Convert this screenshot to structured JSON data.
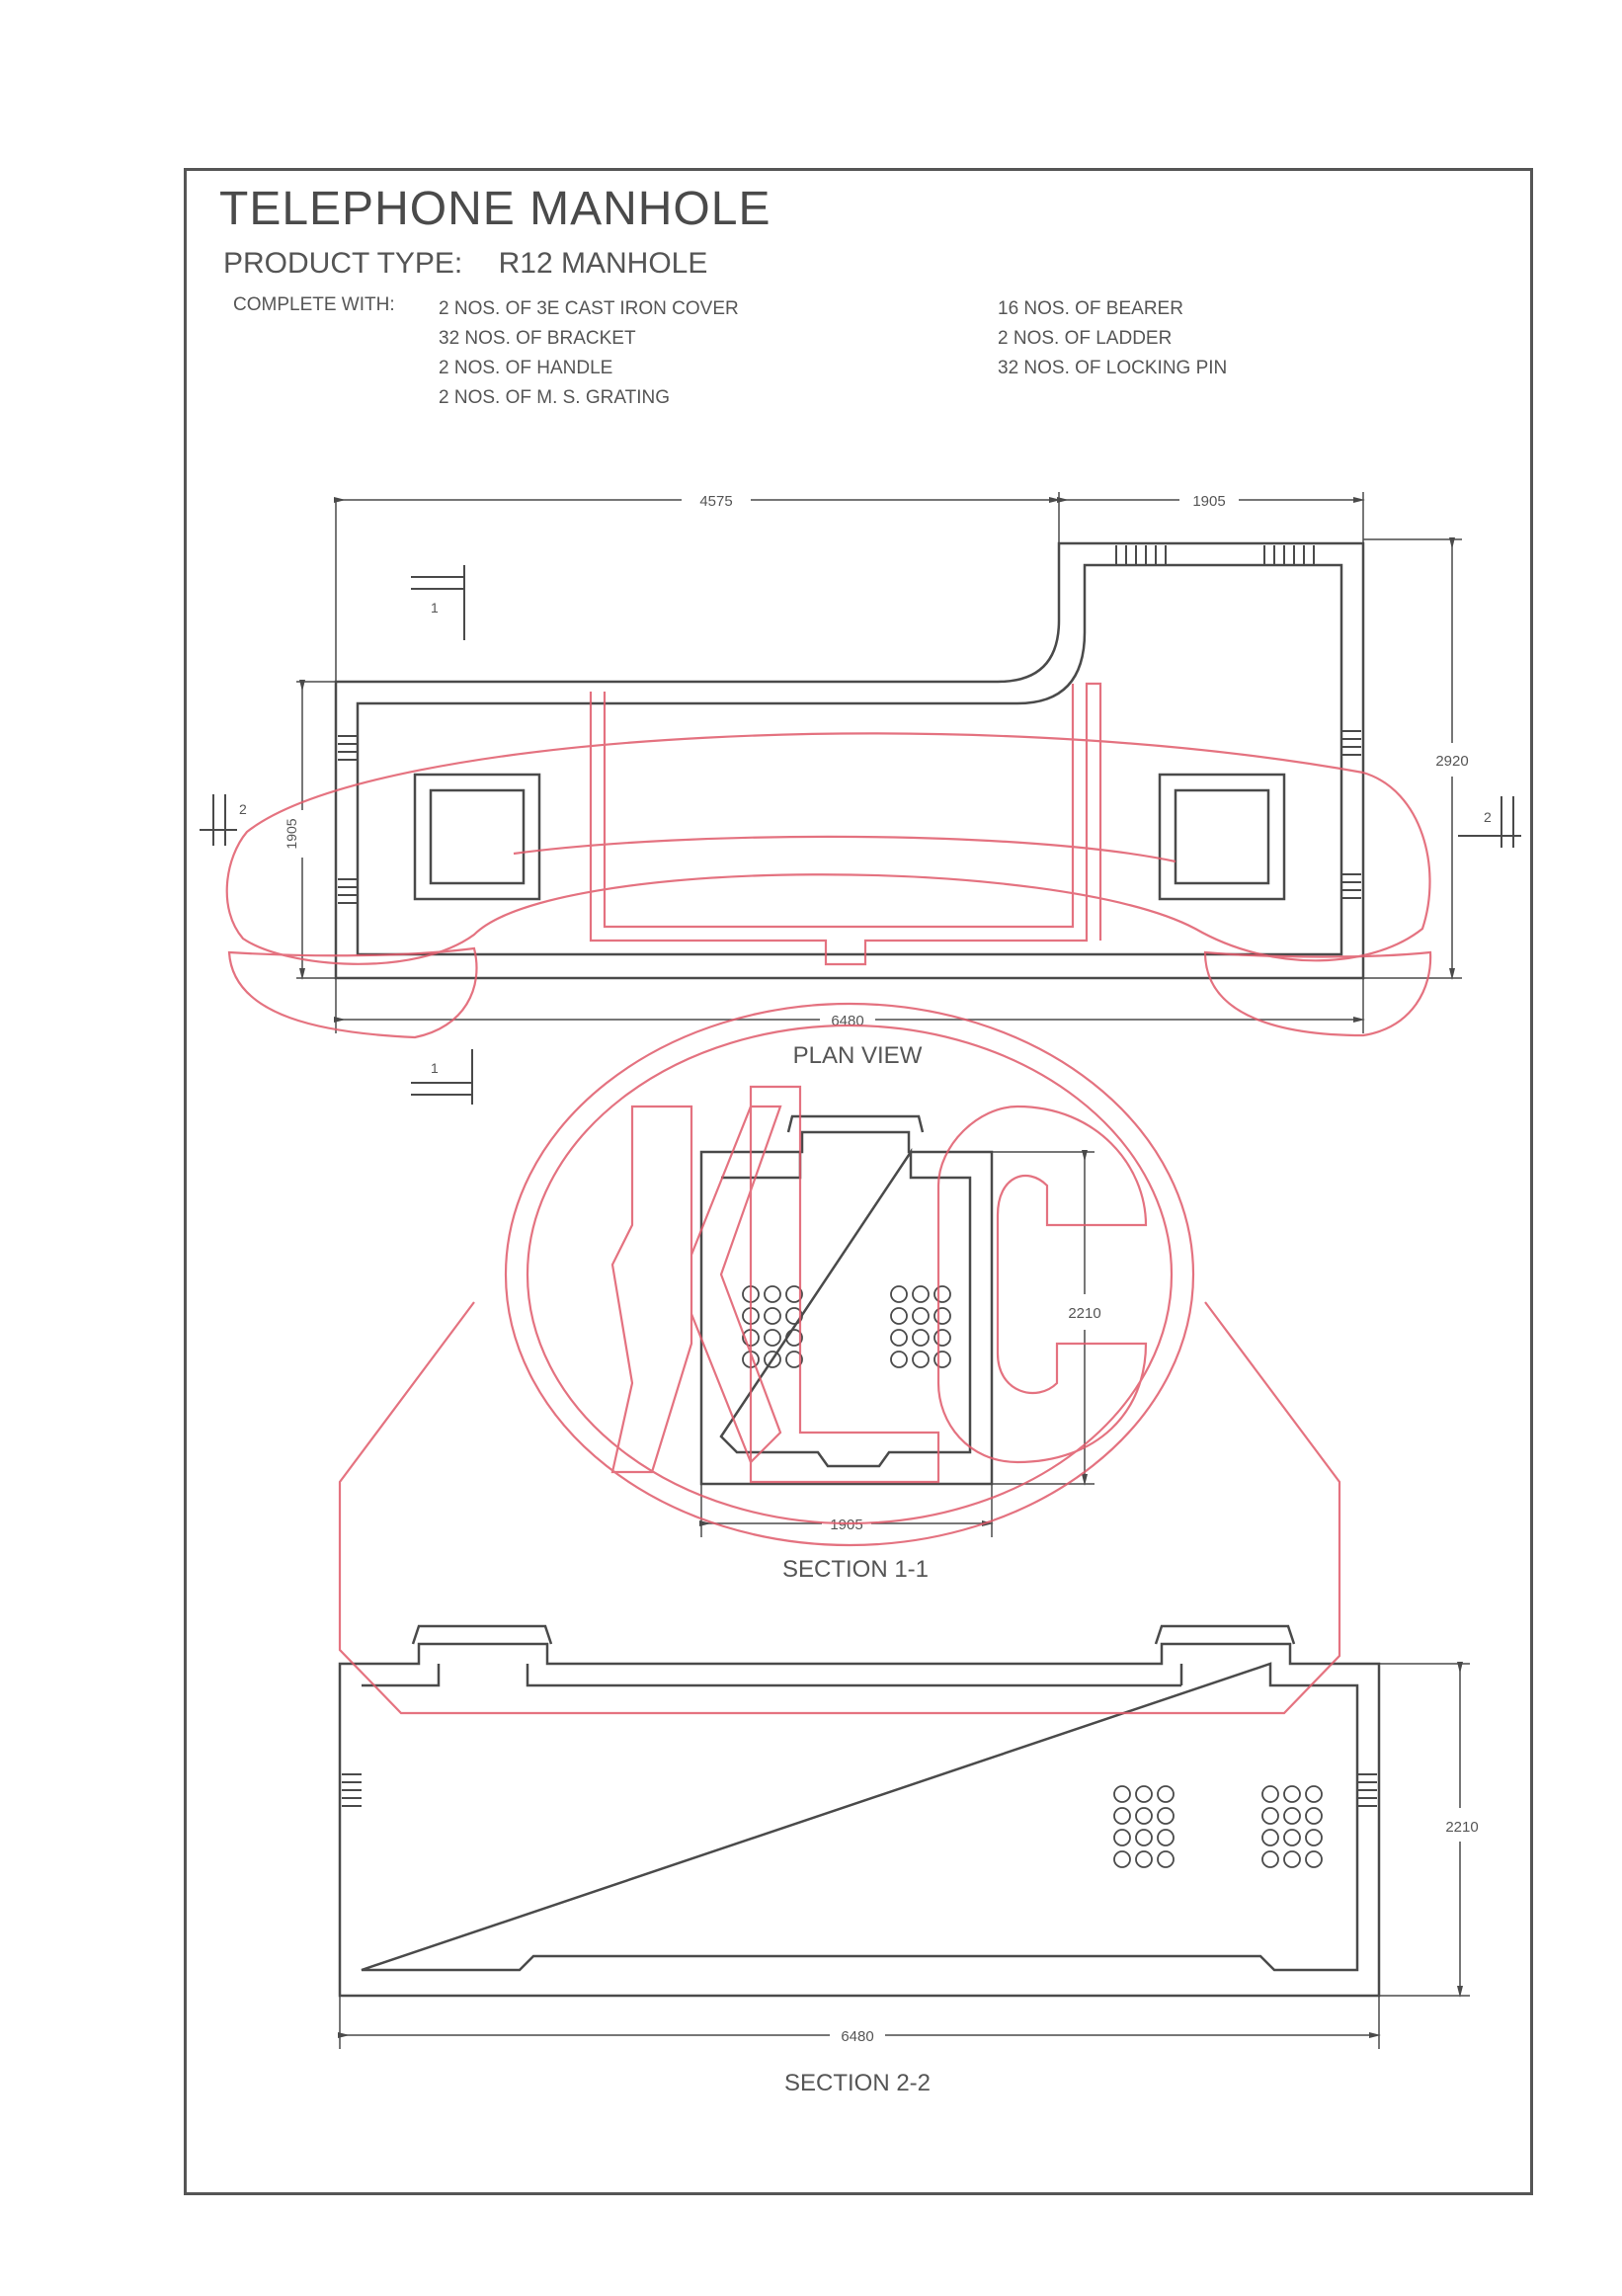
{
  "title": "TELEPHONE MANHOLE",
  "product": {
    "label": "PRODUCT TYPE:",
    "value": "R12 MANHOLE"
  },
  "complete_label": "COMPLETE WITH:",
  "items_left": [
    "2 NOS. OF 3E CAST IRON COVER",
    "32 NOS. OF BRACKET",
    "2 NOS. OF HANDLE",
    "2 NOS. OF M. S. GRATING"
  ],
  "items_right": [
    "16 NOS. OF BEARER",
    "2 NOS. OF LADDER",
    "32 NOS. OF LOCKING PIN"
  ],
  "plan": {
    "dim_left": "4575",
    "dim_right": "1905",
    "dim_height": "2920",
    "dim_width": "6480",
    "dim_inner": "1905",
    "label": "PLAN VIEW",
    "mark_1": "1",
    "mark_2": "2"
  },
  "section11": {
    "dim_height": "2210",
    "dim_width": "1905",
    "label": "SECTION 1-1"
  },
  "section22": {
    "dim_height": "2210",
    "dim_width": "6480",
    "label": "SECTION 2-2"
  },
  "colors": {
    "line": "#4a4a4a",
    "stamp": "#e05a6a"
  }
}
